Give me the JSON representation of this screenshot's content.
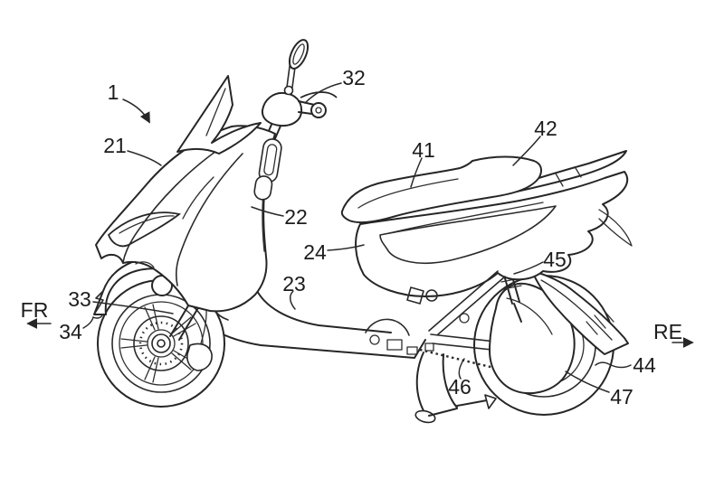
{
  "figure": {
    "kind": "patent-style line drawing",
    "subject": "motor scooter, left side view",
    "ink_color": "#262626",
    "background_color": "#ffffff",
    "reference_labels": [
      {
        "ref": "1"
      },
      {
        "ref": "21"
      },
      {
        "ref": "32"
      },
      {
        "ref": "22"
      },
      {
        "ref": "24"
      },
      {
        "ref": "23"
      },
      {
        "ref": "33"
      },
      {
        "ref": "34"
      },
      {
        "ref": "41"
      },
      {
        "ref": "42"
      },
      {
        "ref": "45"
      },
      {
        "ref": "44"
      },
      {
        "ref": "47"
      },
      {
        "ref": "46"
      }
    ],
    "direction_markers": [
      {
        "text": "FR"
      },
      {
        "text": "RE"
      }
    ]
  }
}
